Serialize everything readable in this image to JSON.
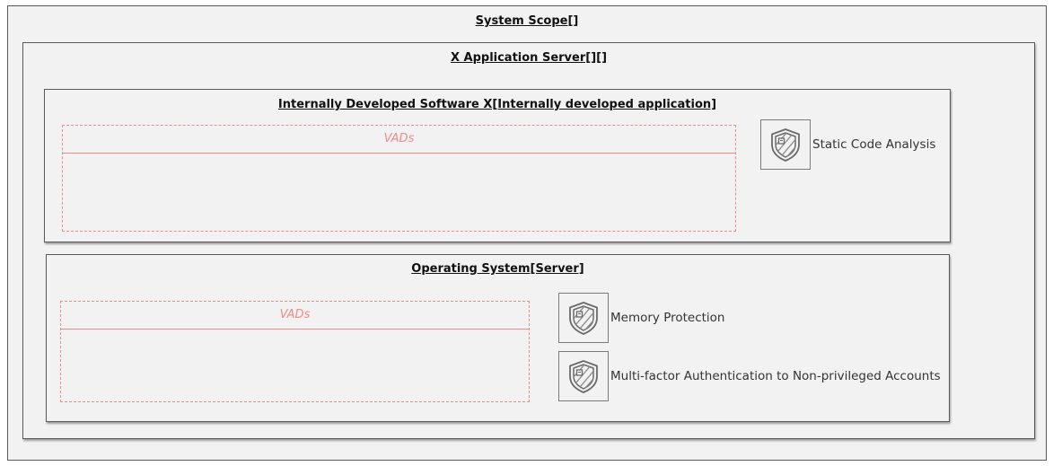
{
  "system_scope": {
    "title": "System Scope[]"
  },
  "app_server": {
    "title": "X Application Server[][]"
  },
  "internal_software": {
    "title": "Internally Developed Software X[Internally developed application]",
    "vads_label": "VADs",
    "controls": [
      {
        "label": "Static Code Analysis",
        "icon": "shield-icon"
      }
    ]
  },
  "operating_system": {
    "title": "Operating System[Server]",
    "vads_label": "VADs",
    "controls": [
      {
        "label": "Memory Protection",
        "icon": "shield-icon"
      },
      {
        "label": "Multi-factor Authentication to Non-privileged Accounts",
        "icon": "shield-icon"
      }
    ]
  },
  "colors": {
    "vad_accent": "#f08a8a",
    "border": "#5a5a5a",
    "fill": "#f2f2f2"
  }
}
